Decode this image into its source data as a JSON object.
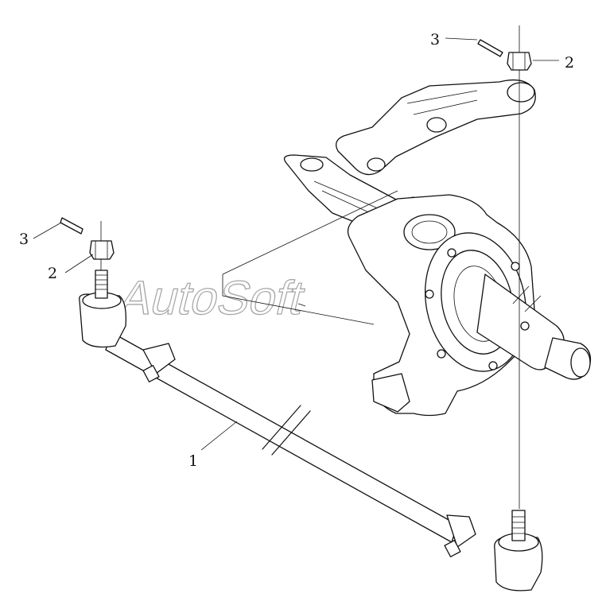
{
  "diagram": {
    "watermark": "AutoSoft",
    "callouts": [
      {
        "id": "left-3",
        "label": "3"
      },
      {
        "id": "left-2",
        "label": "2"
      },
      {
        "id": "center-1",
        "label": "1"
      },
      {
        "id": "right-3",
        "label": "3"
      },
      {
        "id": "right-2",
        "label": "2"
      }
    ],
    "parts": [
      {
        "id": "tie-rod",
        "icon": "tie-rod-assembly-icon"
      },
      {
        "id": "castle-nut",
        "icon": "castle-nut-icon"
      },
      {
        "id": "cotter-pin",
        "icon": "cotter-pin-icon"
      },
      {
        "id": "steering-knuckle",
        "icon": "steering-knuckle-icon"
      }
    ]
  }
}
